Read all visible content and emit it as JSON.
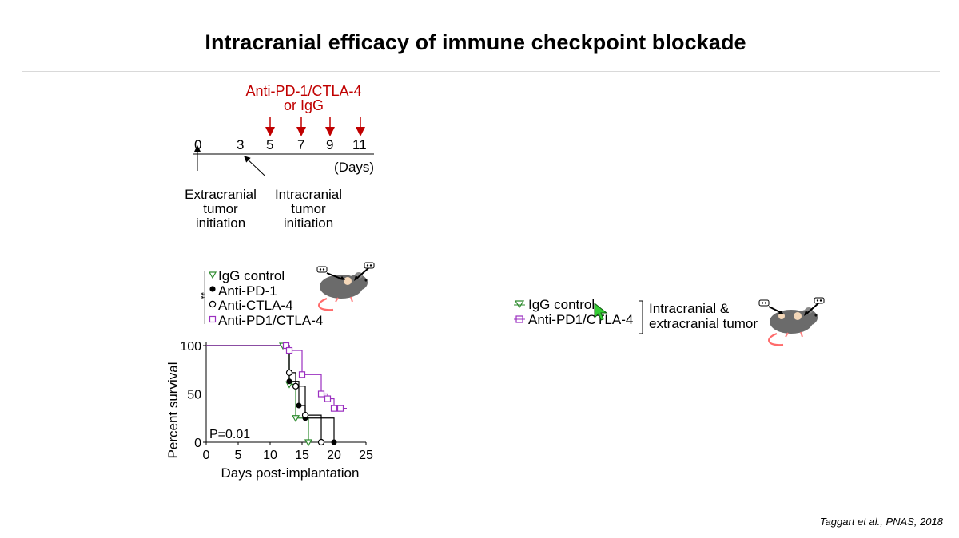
{
  "slide": {
    "title": "Intracranial efficacy of immune checkpoint blockade",
    "citation": "Taggart et al., PNAS, 2018"
  },
  "timeline": {
    "treatment_line1": "Anti-PD-1/CTLA-4",
    "treatment_line2": "or IgG",
    "ticks": [
      "0",
      "3",
      "5",
      "7",
      "9",
      "11"
    ],
    "treatment_days": [
      5,
      7,
      9,
      11
    ],
    "units": "(Days)",
    "event1": [
      "Extracranial",
      "tumor",
      "initiation"
    ],
    "event2": [
      "Intracranial",
      "tumor",
      "initiation"
    ],
    "accent_color": "#c00000"
  },
  "left_legend": {
    "items": [
      {
        "label": "IgG control",
        "marker": "triangle-down-open",
        "color": "#2e8b2e"
      },
      {
        "label": "Anti-PD-1",
        "marker": "circle-filled",
        "color": "#000000"
      },
      {
        "label": "Anti-CTLA-4",
        "marker": "circle-open",
        "color": "#000000"
      },
      {
        "label": "Anti-PD1/CTLA-4",
        "marker": "square-open",
        "color": "#9b30c0"
      }
    ],
    "significance": "**"
  },
  "chart_data": {
    "type": "line",
    "step": true,
    "xlabel": "Days post-implantation",
    "ylabel": "Percent survival",
    "xlim": [
      0,
      25
    ],
    "ylim": [
      0,
      100
    ],
    "xticks": [
      0,
      5,
      10,
      15,
      20,
      25
    ],
    "yticks": [
      0,
      50,
      100
    ],
    "annotation": "P=0.01",
    "grid": false,
    "series": [
      {
        "name": "IgG control",
        "color": "#2e8b2e",
        "marker": "triangle-down-open",
        "x": [
          0,
          12,
          13,
          14,
          16
        ],
        "y": [
          100,
          100,
          60,
          25,
          0
        ]
      },
      {
        "name": "Anti-PD-1",
        "color": "#000000",
        "marker": "circle-filled",
        "x": [
          0,
          12.5,
          13,
          14.5,
          15.5,
          20
        ],
        "y": [
          100,
          100,
          63,
          38,
          25,
          0
        ]
      },
      {
        "name": "Anti-CTLA-4",
        "color": "#000000",
        "marker": "circle-open",
        "x": [
          0,
          12.5,
          13,
          14,
          15.5,
          18
        ],
        "y": [
          100,
          100,
          72,
          58,
          28,
          0
        ]
      },
      {
        "name": "Anti-PD1/CTLA-4",
        "color": "#9b30c0",
        "marker": "square-open",
        "x": [
          0,
          12.5,
          13,
          15,
          18,
          19,
          20,
          21
        ],
        "y": [
          100,
          100,
          95,
          70,
          50,
          45,
          35,
          35
        ]
      }
    ]
  },
  "right_legend": {
    "items": [
      {
        "label": "IgG control",
        "marker": "triangle-down-open",
        "color": "#2e8b2e"
      },
      {
        "label": "Anti-PD1/CTLA-4",
        "marker": "square-open",
        "color": "#9b30c0"
      }
    ],
    "group_label_line1": "Intracranial &",
    "group_label_line2": "extracranial tumor"
  },
  "icons": {
    "mouse": "mouse-with-tumor-icon",
    "cursor": "mouse-pointer-icon"
  }
}
